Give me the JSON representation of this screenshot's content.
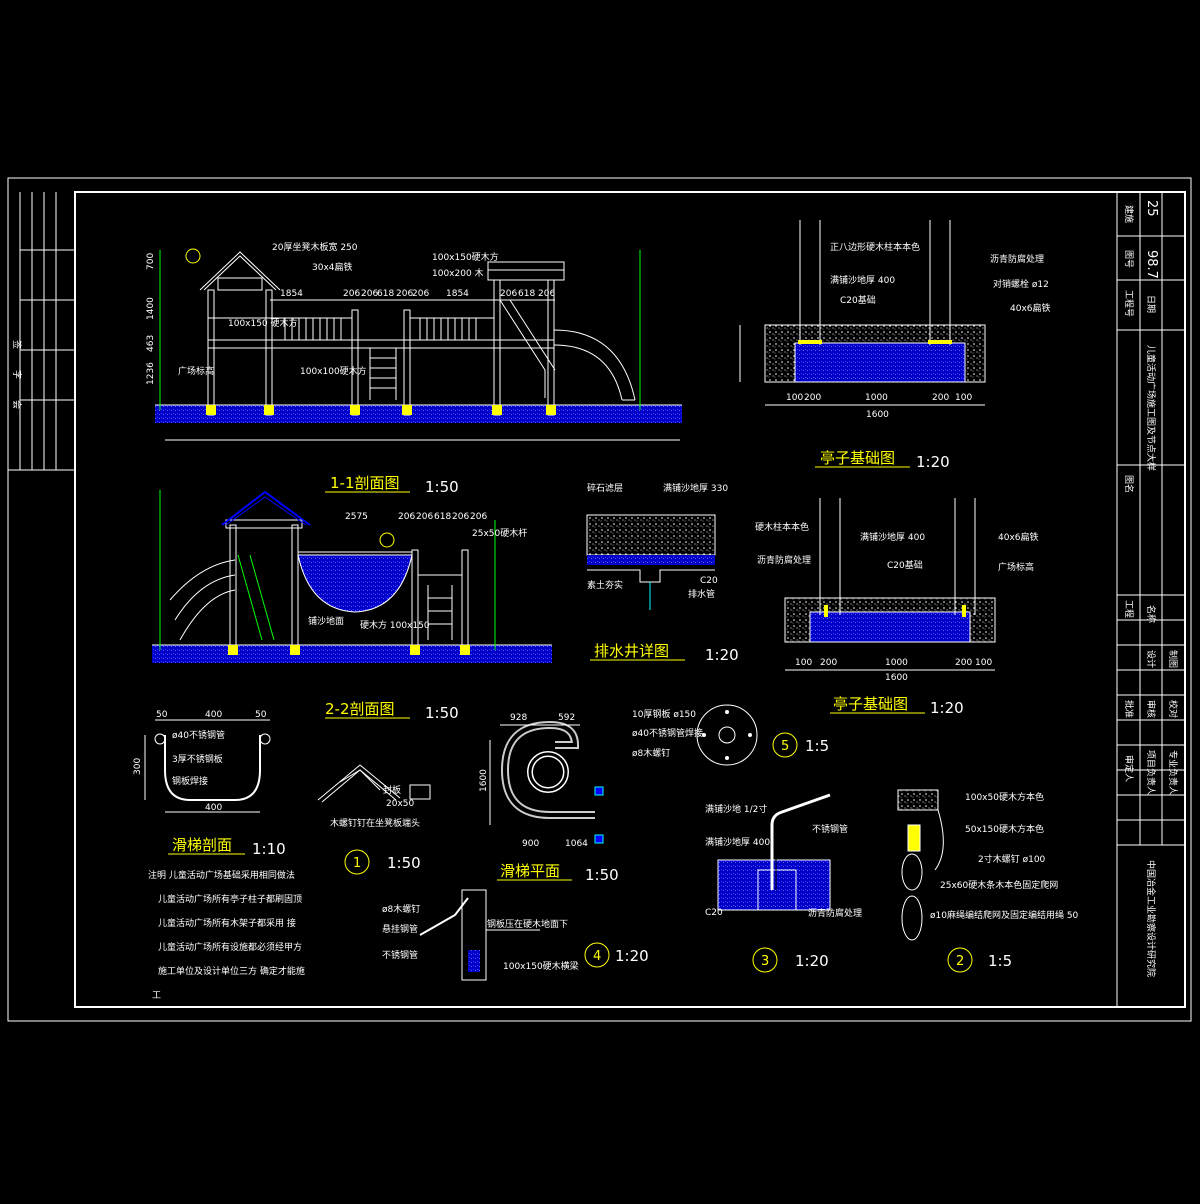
{
  "drawing": {
    "title_block": {
      "sheet_no": "98.7",
      "drawing_no": "建施",
      "page_label": "图号",
      "page_value": "25",
      "project_label": "工程号",
      "date_label": "日期",
      "drawing_name": "儿童活动广场施工图及节点大样",
      "drawing_name_label": "图名",
      "company": "中国冶金工业勘察设计研究院",
      "engineering_label": "工程",
      "project_name_label": "名称",
      "rows": [
        "批准",
        "审核",
        "校对",
        "设计",
        "制图",
        "审定人",
        "项目负责人",
        "专业负责人"
      ]
    },
    "left_margin": {
      "labels": [
        "签",
        "字",
        "会"
      ]
    },
    "views": {
      "section_1_1": {
        "title": "1-1剖面图",
        "scale": "1:50",
        "notes": [
          "20厚坐凳木板宽 250",
          "30x4扁铁",
          "100x150 硬木方",
          "100x100硬木方",
          "广场标高",
          "100x150硬木方",
          "100x200 木"
        ],
        "dims_top": [
          "1854",
          "206",
          "206",
          "618",
          "206",
          "206",
          "1854",
          "206",
          "618",
          "206"
        ],
        "dims_left": [
          "700",
          "1400",
          "463",
          "1236"
        ]
      },
      "section_2_2": {
        "title": "2-2剖面图",
        "scale": "1:50",
        "notes": [
          "25x50硬木杆",
          "铺沙地面",
          "硬木方 100x150"
        ],
        "dims_top": [
          "2575",
          "206",
          "206",
          "618",
          "206",
          "206"
        ]
      },
      "pavilion_foundation_1": {
        "title": "亭子基础图",
        "scale": "1:20",
        "notes": [
          "正八边形硬木柱本本色",
          "沥青防腐处理",
          "满铺沙地厚 400",
          "对销螺栓 ø12",
          "C20基础",
          "40x6扁铁"
        ],
        "dims": [
          "100",
          "200",
          "1000",
          "200",
          "100",
          "1600"
        ]
      },
      "pavilion_foundation_2": {
        "title": "亭子基础图",
        "scale": "1:20",
        "notes": [
          "硬木柱本本色",
          "满铺沙地厚 400",
          "沥青防腐处理",
          "C20基础",
          "40x6扁铁",
          "广场标高"
        ],
        "dims": [
          "100",
          "200",
          "1000",
          "200",
          "100",
          "1600"
        ]
      },
      "drain_well": {
        "title": "排水井详图",
        "scale": "1:20",
        "notes": [
          "碎石滤层",
          "满铺沙地厚 330",
          "素土夯实",
          "C20",
          "排水管"
        ]
      },
      "slide_section": {
        "title": "滑梯剖面",
        "scale": "1:10",
        "notes": [
          "ø40不锈钢管",
          "3厚不锈钢板",
          "钢板焊接"
        ],
        "dims": [
          "50",
          "400",
          "50",
          "300",
          "400"
        ]
      },
      "slide_plan": {
        "title": "滑梯平面",
        "scale": "1:50",
        "dims": [
          "928",
          "592",
          "1600",
          "900",
          "1064"
        ]
      },
      "detail_1": {
        "no": "1",
        "scale": "1:50",
        "notes": [
          "封板",
          "20x50",
          "木螺钉钉在坐凳板端头"
        ]
      },
      "detail_2": {
        "no": "2",
        "scale": "1:5",
        "notes": [
          "100x50硬木方本色",
          "50x150硬木方本色",
          "2寸木螺钉 ø100",
          "25x60硬木条木本色固定爬网",
          "ø10麻绳编结爬网及固定编结用绳 50"
        ]
      },
      "detail_3": {
        "no": "3",
        "scale": "1:20",
        "notes": [
          "满铺沙地 1/2寸",
          "满铺沙地厚 400",
          "不锈钢管",
          "C20",
          "沥青防腐处理"
        ]
      },
      "detail_4": {
        "no": "4",
        "scale": "1:20",
        "notes": [
          "ø8木螺钉",
          "悬挂钢管",
          "不锈钢管",
          "钢板压在硬木地面下",
          "100x150硬木横梁"
        ]
      },
      "detail_5": {
        "no": "5",
        "scale": "1:5",
        "notes": [
          "10厚钢板 ø150",
          "ø40不锈钢管焊接",
          "ø8木螺钉"
        ]
      }
    },
    "general_notes": [
      "注明  儿童活动广场基础采用相同做法",
      "儿童活动广场所有亭子柱子都刷固顶",
      "儿童活动广场所有木架子都采用  接",
      "儿童活动广场所有设施都必须经甲方",
      "施工单位及设计单位三方  确定才能施",
      "工"
    ],
    "colors": {
      "background": "#000000",
      "frame": "#ffffff",
      "wood": "#ffffff",
      "hatch": "#0000ff",
      "text": "#ffffff",
      "dim": "#ffffff",
      "accent_yellow": "#ffff00",
      "accent_cyan": "#00ffff",
      "leader": "#00ff00"
    }
  }
}
